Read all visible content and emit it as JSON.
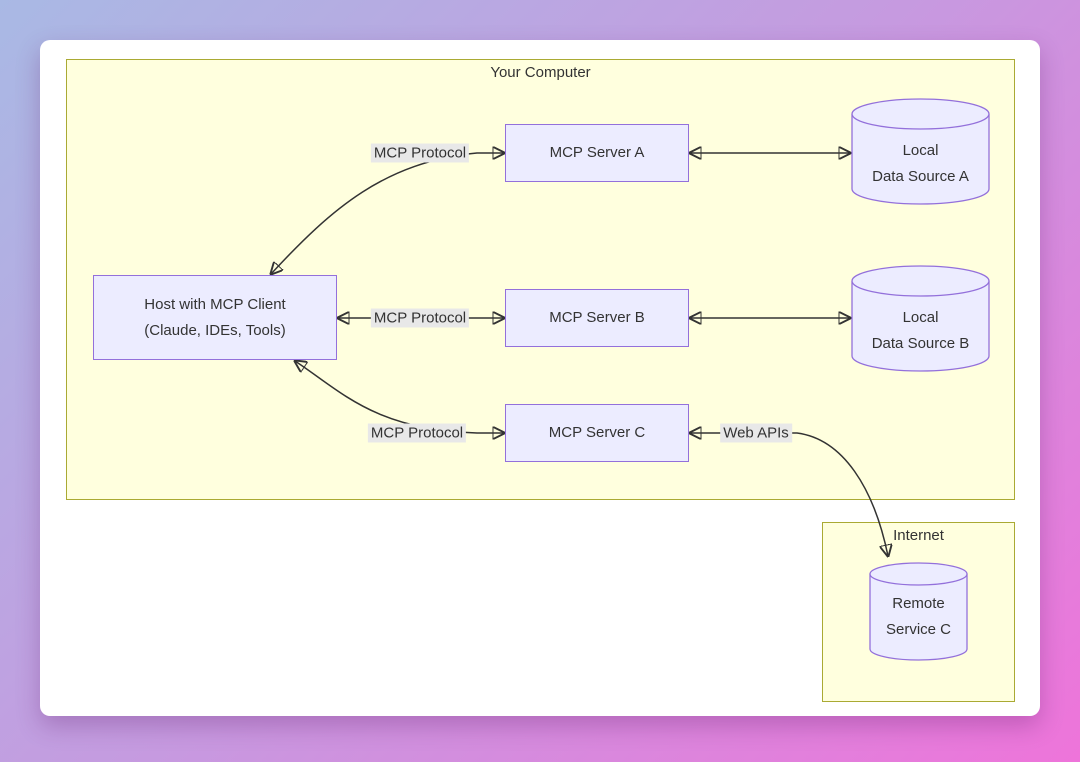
{
  "diagram": {
    "clusters": {
      "your_computer": {
        "label": "Your Computer"
      },
      "internet": {
        "label": "Internet"
      }
    },
    "nodes": {
      "host": {
        "line1": "Host with MCP Client",
        "line2": "(Claude, IDEs, Tools)"
      },
      "server_a": {
        "label": "MCP Server A"
      },
      "server_b": {
        "label": "MCP Server B"
      },
      "server_c": {
        "label": "MCP Server C"
      },
      "data_a": {
        "line1": "Local",
        "line2": "Data Source A"
      },
      "data_b": {
        "line1": "Local",
        "line2": "Data Source B"
      },
      "remote_c": {
        "line1": "Remote",
        "line2": "Service C"
      }
    },
    "edge_labels": {
      "mcp_a": "MCP Protocol",
      "mcp_b": "MCP Protocol",
      "mcp_c": "MCP Protocol",
      "web_apis": "Web APIs"
    },
    "colors": {
      "node_fill": "#ECECFF",
      "node_border": "#9370DB",
      "cluster_fill": "#FFFFDE",
      "cluster_border": "#AAAA33",
      "edge": "#333333",
      "edge_label_bg": "#E8E8E8",
      "text": "#333333",
      "background_gradient_start": "#A9B9E4",
      "background_gradient_end": "#EE74DA",
      "card_bg": "#FFFFFF"
    }
  }
}
